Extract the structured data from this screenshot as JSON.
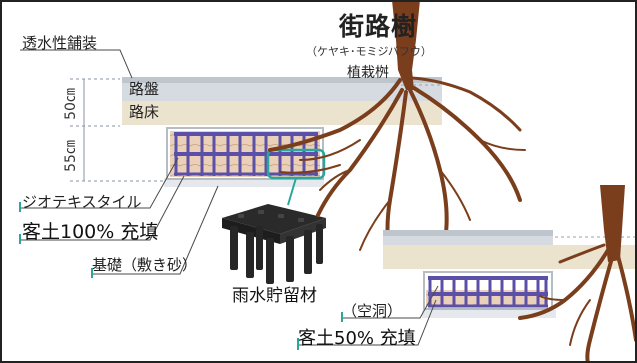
{
  "tree_title": "街路樹",
  "tree_subtitle": "（ケヤキ･モミジバフウ）",
  "planting_box": "植栽桝",
  "permeable_pavement": "透水性舗装",
  "roadbase": "路盤",
  "subgrade": "路床",
  "dim_top": "50㎝",
  "dim_bottom": "55㎝",
  "geotextile": "ジオテキスタイル",
  "fill_100": "客土100% 充填",
  "foundation": "基礎（敷き砂）",
  "rainwater_storage": "雨水貯留材",
  "void": "（空洞）",
  "fill_50": "客土50% 充填",
  "colors": {
    "frame": "#5b4fa8",
    "accent": "#2aa79b",
    "root": "#7a3e1d",
    "roadbase": "#d6dbe1",
    "subgrade": "#ece3cf",
    "soil": "#e9cdb5",
    "base": "#e5e8ec"
  }
}
